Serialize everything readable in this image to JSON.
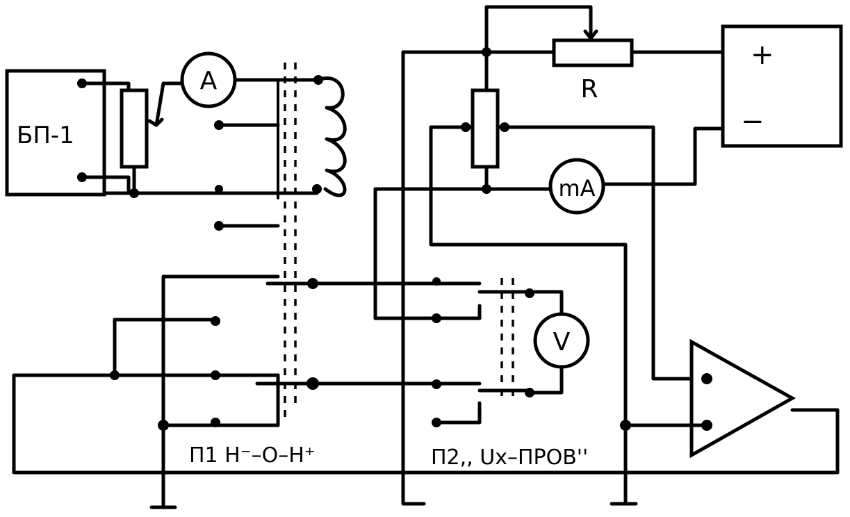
{
  "power_supply": {
    "label": "БП-1"
  },
  "ammeter": {
    "symbol": "A"
  },
  "milliammeter": {
    "symbol": "mA"
  },
  "voltmeter": {
    "symbol": "V"
  },
  "resistor": {
    "label": "R"
  },
  "source": {
    "plus": "+",
    "minus": "−"
  },
  "switch1": {
    "label": "П1  Н⁻–О–Н⁺"
  },
  "switch2": {
    "label": "П2,, Uх–ПРОВ''"
  }
}
